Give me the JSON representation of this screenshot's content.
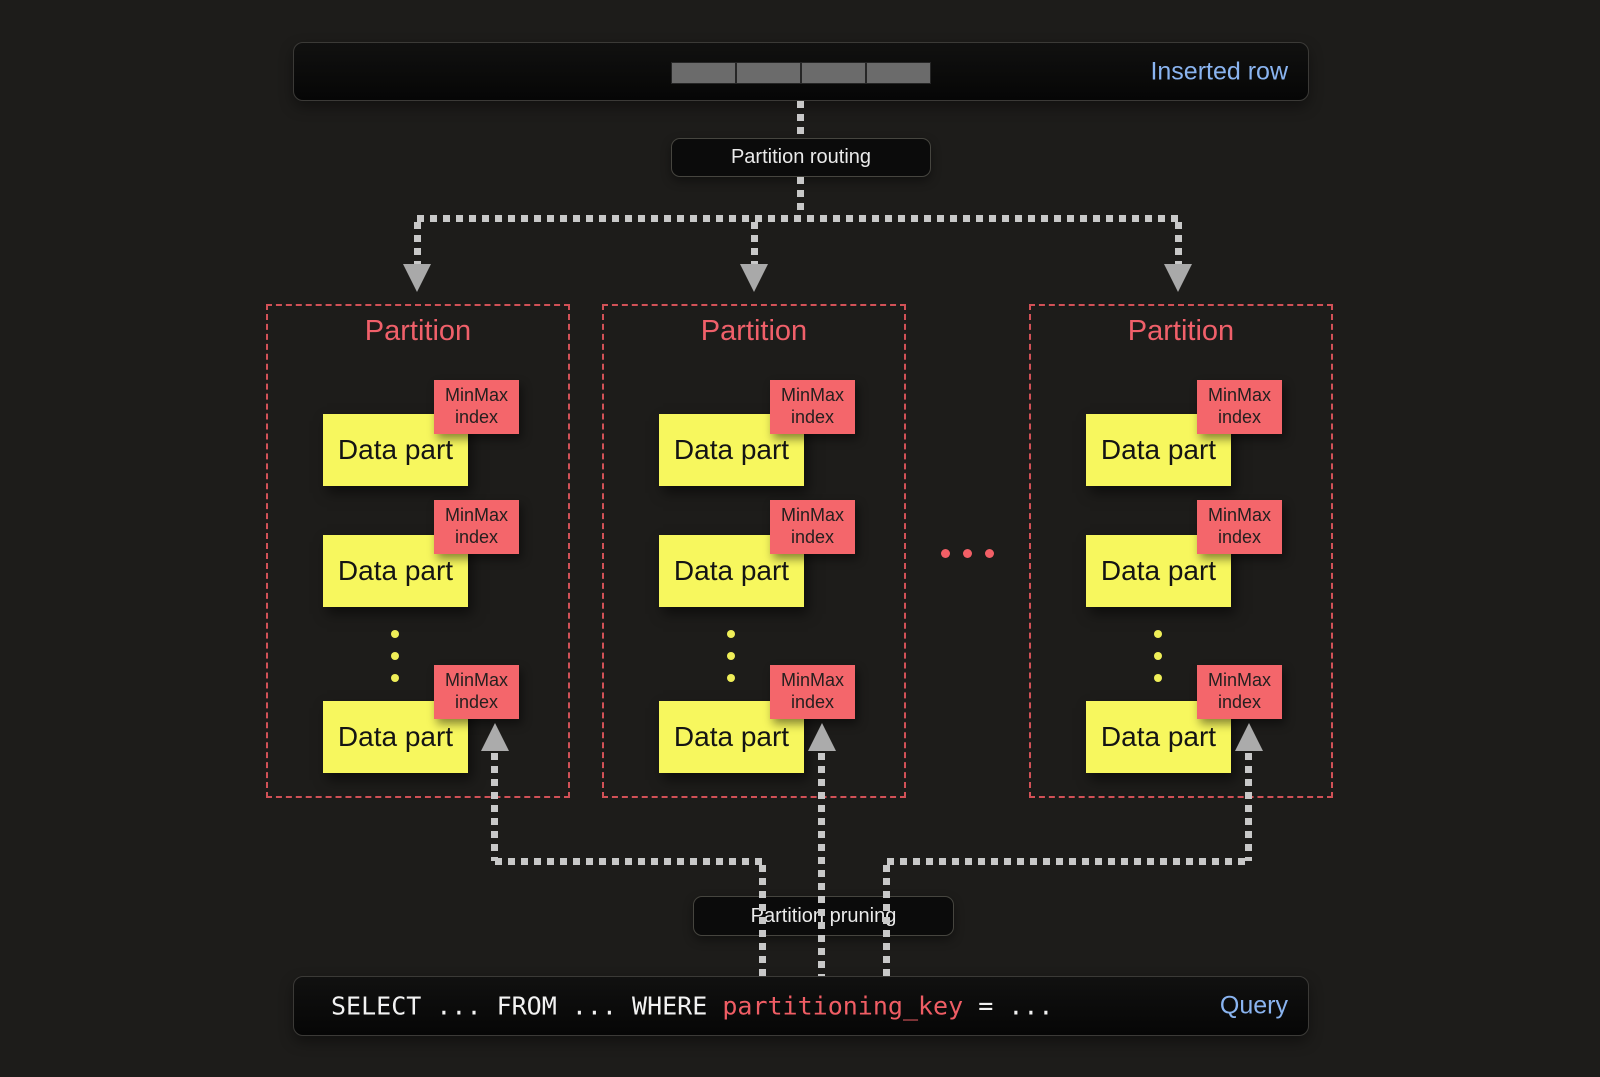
{
  "inserted_row": {
    "label": "Inserted row"
  },
  "routing": {
    "label": "Partition routing"
  },
  "pruning": {
    "label": "Partition pruning"
  },
  "partitions": [
    {
      "title": "Partition"
    },
    {
      "title": "Partition"
    },
    {
      "title": "Partition"
    }
  ],
  "labels": {
    "data_part": "Data part",
    "minmax_line1": "MinMax",
    "minmax_line2": "index"
  },
  "query": {
    "pre": "SELECT ... FROM ... WHERE ",
    "highlight": "partitioning_key",
    "post": " = ...",
    "label": "Query"
  },
  "colors": {
    "background": "#1d1c1a",
    "box_fill": "#0b0b0b",
    "accent_blue": "#8ab4f0",
    "partition_border_red": "#d15157",
    "partition_title_red": "#f0606a",
    "data_part_yellow": "#f7f75e",
    "minmax_red": "#f4666b",
    "connector_gray": "#c8c8c8",
    "row_cell_gray": "#6b6b6b"
  }
}
